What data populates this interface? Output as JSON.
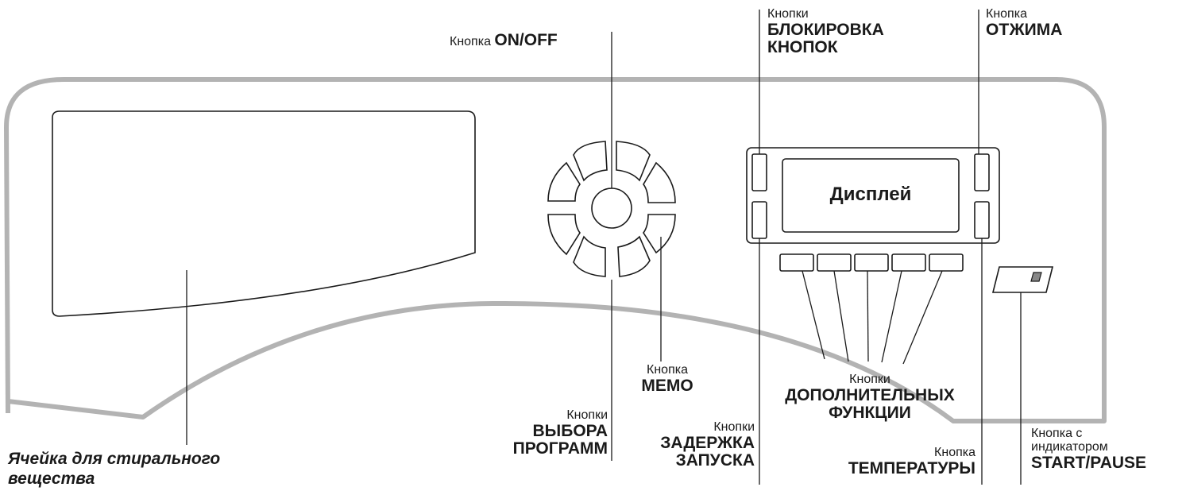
{
  "display": {
    "label": "Дисплей"
  },
  "labels": {
    "on_off": {
      "prefix": "Кнопка",
      "name": "ON/OFF"
    },
    "lock": {
      "prefix": "Кнопки",
      "line1": "БЛОКИРОВКА",
      "line2": "КНОПОК"
    },
    "spin": {
      "prefix": "Кнопка",
      "name": "ОТЖИМА"
    },
    "memo": {
      "prefix": "Кнопка",
      "name": "MEMO"
    },
    "program": {
      "prefix": "Кнопки",
      "line1": "ВЫБОРА",
      "line2": "ПРОГРАММ"
    },
    "delay": {
      "prefix": "Кнопки",
      "line1": "ЗАДЕРЖКА",
      "line2": "ЗАПУСКА"
    },
    "options": {
      "prefix": "Кнопки",
      "line1": "ДОПОЛНИТЕЛЬНЫХ",
      "line2": "ФУНКЦИИ"
    },
    "temperature": {
      "prefix": "Кнопка",
      "name": "ТЕМПЕРАТУРЫ"
    },
    "start": {
      "prefix1": "Кнопка с",
      "prefix2": "индикатором",
      "name": "START/PAUSE"
    },
    "drawer": {
      "line1": "Ячейка для стирального",
      "line2": "вещества"
    }
  },
  "colors": {
    "panel_outline": "#b3b3b3",
    "line": "#1a1a1a"
  }
}
